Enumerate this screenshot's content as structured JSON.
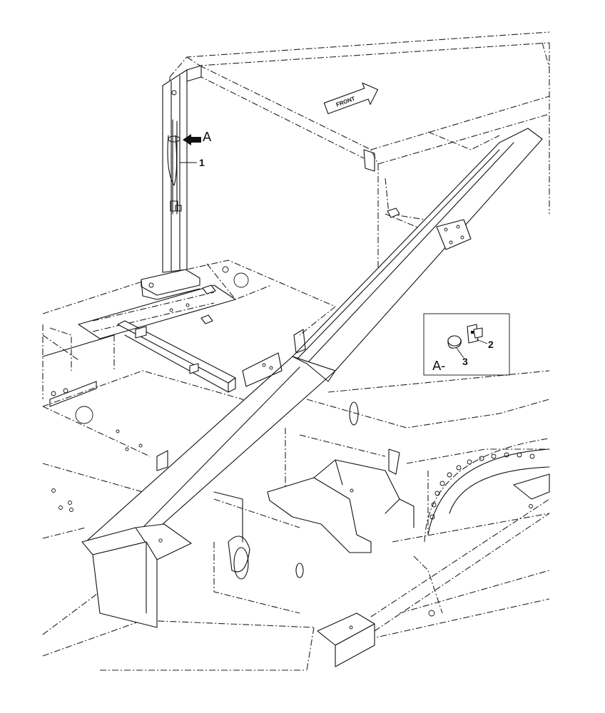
{
  "callouts": {
    "item1": "1",
    "item2": "2",
    "item3": "3"
  },
  "view_arrow_label": "A",
  "detail_view_label": "A-",
  "direction_label": "FRONT"
}
